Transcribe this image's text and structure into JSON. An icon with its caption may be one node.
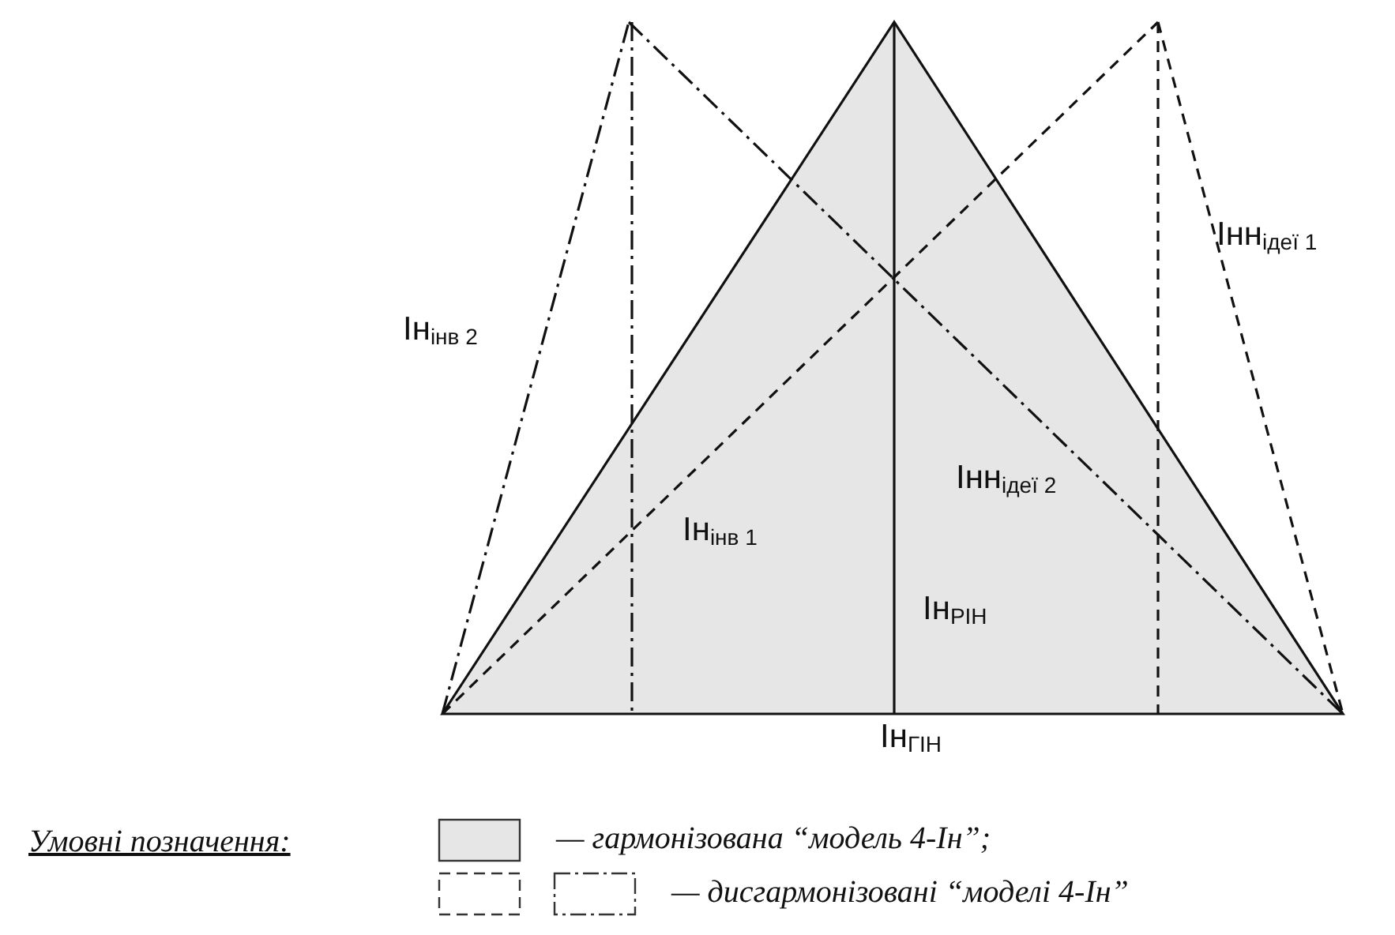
{
  "diagram": {
    "labels": [
      "Ін$_{інв 2}$",
      "Інн$_{ідеї 1}$",
      "Інн$_{ідеї 2}$",
      "Ін$_{інв 1}$",
      "Ін$_{РІН}$",
      "Ін$_{ГІН}$",
      "Умовні позначення:"
    ],
    "legend": [
      {
        "text": "— гармонізована “модель 4-Ін”;",
        "color": "#e6e6e6"
      },
      {
        "text": "— дисгармонізовані “моделі 4-Ін”"
      }
    ]
  }
}
